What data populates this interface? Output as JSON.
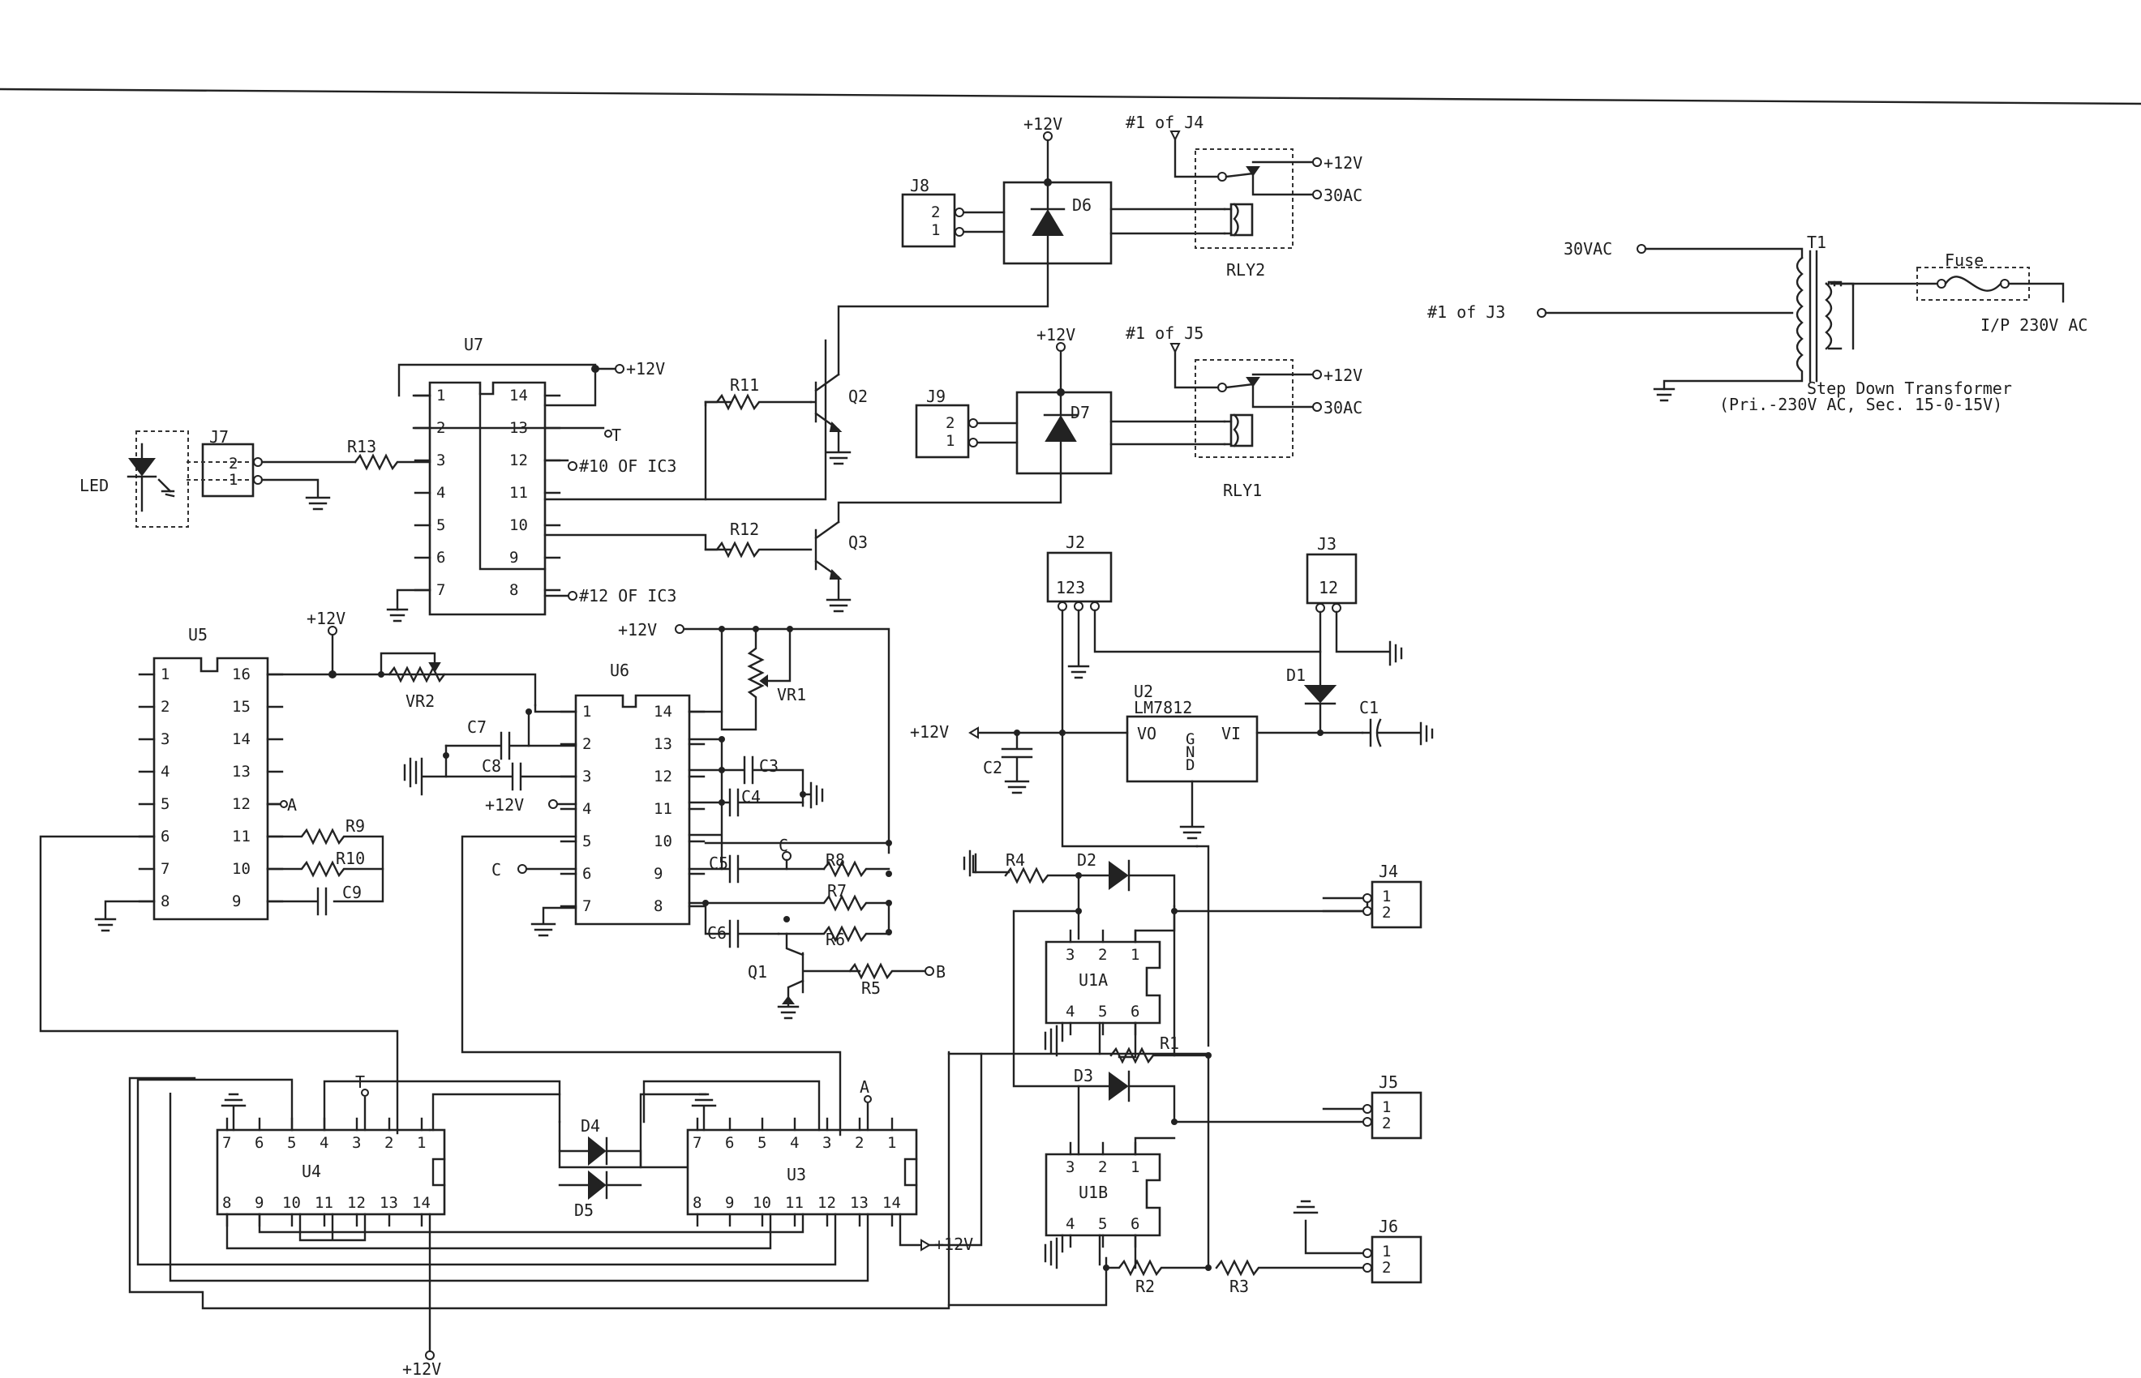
{
  "supply": {
    "v12": "+12V",
    "vac30": "30AC",
    "vac30in": "30VAC",
    "j4pin": "#1 of J4",
    "j5pin": "#1 of J5",
    "j3pin": "#1 of J3"
  },
  "transformer": {
    "ref": "T1",
    "fuse": "Fuse",
    "input": "I/P 230V AC",
    "desc1": "Step Down Transformer",
    "desc2": "(Pri.-230V AC, Sec. 15-0-15V)"
  },
  "relays": {
    "rly1": "RLY1",
    "rly2": "RLY2"
  },
  "regulator": {
    "ref": "U2",
    "part": "LM7812",
    "vo": "VO",
    "vi": "VI",
    "g": "G",
    "n": "N",
    "dd": "D"
  },
  "ics": {
    "u7": {
      "ref": "U7",
      "pins_left": [
        "1",
        "2",
        "3",
        "4",
        "5",
        "6",
        "7"
      ],
      "pins_right": [
        "14",
        "13",
        "12",
        "11",
        "10",
        "9",
        "8"
      ]
    },
    "u5": {
      "ref": "U5",
      "pins_left": [
        "1",
        "2",
        "3",
        "4",
        "5",
        "6",
        "7",
        "8"
      ],
      "pins_right": [
        "16",
        "15",
        "14",
        "13",
        "12",
        "11",
        "10",
        "9"
      ]
    },
    "u6": {
      "ref": "U6",
      "pins_left": [
        "1",
        "2",
        "3",
        "4",
        "5",
        "6",
        "7"
      ],
      "pins_right": [
        "14",
        "13",
        "12",
        "11",
        "10",
        "9",
        "8"
      ]
    },
    "u4": {
      "ref": "U4",
      "pins_top": [
        "7",
        "6",
        "5",
        "4",
        "3",
        "2",
        "1"
      ],
      "pins_bottom": [
        "8",
        "9",
        "10",
        "11",
        "12",
        "13",
        "14"
      ]
    },
    "u3": {
      "ref": "U3",
      "pins_top": [
        "7",
        "6",
        "5",
        "4",
        "3",
        "2",
        "1"
      ],
      "pins_bottom": [
        "8",
        "9",
        "10",
        "11",
        "12",
        "13",
        "14"
      ]
    },
    "u1a": {
      "ref": "U1A",
      "pins_top": [
        "3",
        "2",
        "1"
      ],
      "pins_bottom": [
        "4",
        "5",
        "6"
      ]
    },
    "u1b": {
      "ref": "U1B",
      "pins_top": [
        "3",
        "2",
        "1"
      ],
      "pins_bottom": [
        "4",
        "5",
        "6"
      ]
    }
  },
  "connectors": {
    "j8": {
      "ref": "J8",
      "pins": [
        "2",
        "1"
      ]
    },
    "j9": {
      "ref": "J9",
      "pins": [
        "2",
        "1"
      ]
    },
    "j7": {
      "ref": "J7",
      "pins": [
        "2",
        "1"
      ]
    },
    "j2": {
      "ref": "J2",
      "pins": "123"
    },
    "j3": {
      "ref": "J3",
      "pins": "12"
    },
    "j4": {
      "ref": "J4",
      "pins": [
        "1",
        "2"
      ]
    },
    "j5": {
      "ref": "J5",
      "pins": [
        "1",
        "2"
      ]
    },
    "j6": {
      "ref": "J6",
      "pins": [
        "1",
        "2"
      ]
    }
  },
  "parts": {
    "d1": "D1",
    "d2": "D2",
    "d3": "D3",
    "d4": "D4",
    "d5": "D5",
    "d6": "D6",
    "d7": "D7",
    "q1": "Q1",
    "q2": "Q2",
    "q3": "Q3",
    "r1": "R1",
    "r2": "R2",
    "r3": "R3",
    "r4": "R4",
    "r5": "R5",
    "r6": "R6",
    "r7": "R7",
    "r8": "R8",
    "r9": "R9",
    "r10": "R10",
    "r11": "R11",
    "r12": "R12",
    "r13": "R13",
    "c1": "C1",
    "c2": "C2",
    "c3": "C3",
    "c4": "C4",
    "c5": "C5",
    "c6": "C6",
    "c7": "C7",
    "c8": "C8",
    "c9": "C9",
    "vr1": "VR1",
    "vr2": "VR2",
    "led": "LED"
  },
  "nets": {
    "t": "T",
    "a": "A",
    "b": "B",
    "c": "C",
    "ic3_10": "#10 OF IC3",
    "ic3_12": "#12 OF IC3"
  }
}
